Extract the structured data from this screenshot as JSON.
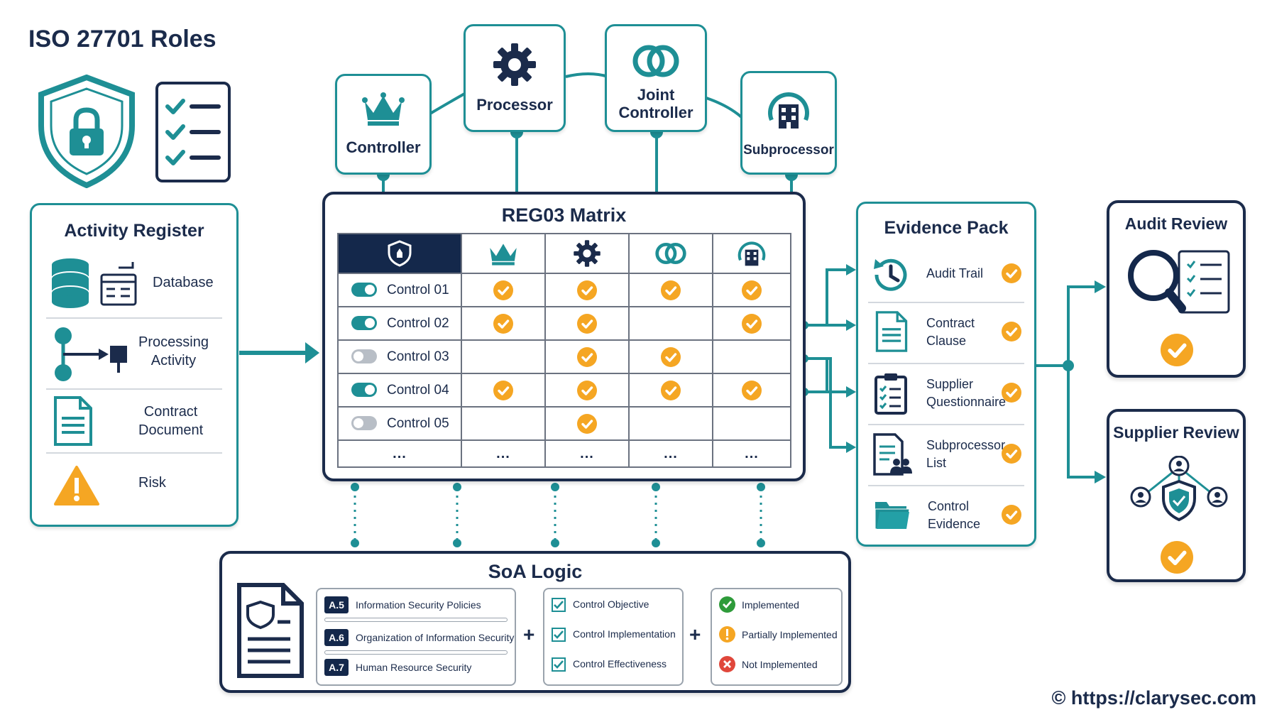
{
  "header": {
    "title": "ISO 27701 Roles"
  },
  "roles": [
    {
      "name": "Controller",
      "icon": "crown-icon"
    },
    {
      "name": "Processor",
      "icon": "gear-icon"
    },
    {
      "name": "Joint\nController",
      "icon": "linked-rings-icon"
    },
    {
      "name": "Subprocessor",
      "icon": "building-icon"
    }
  ],
  "activity_register": {
    "title": "Activity Register",
    "items": [
      {
        "label": "Database",
        "icon": "database-icon"
      },
      {
        "label": "Processing\nActivity",
        "icon": "flow-icon"
      },
      {
        "label": "Contract\nDocument",
        "icon": "document-icon"
      },
      {
        "label": "Risk",
        "icon": "warning-icon"
      }
    ]
  },
  "matrix": {
    "title": "REG03 Matrix",
    "header_icons": [
      "shield-icon",
      "crown-icon",
      "gear-icon",
      "linked-rings-icon",
      "building-icon"
    ],
    "rows": [
      {
        "label": "Control 01",
        "enabled": true,
        "checks": [
          true,
          true,
          true,
          true
        ]
      },
      {
        "label": "Control 02",
        "enabled": true,
        "checks": [
          true,
          true,
          false,
          true
        ]
      },
      {
        "label": "Control 03",
        "enabled": false,
        "checks": [
          false,
          true,
          true,
          false
        ]
      },
      {
        "label": "Control 04",
        "enabled": true,
        "checks": [
          true,
          true,
          true,
          true
        ]
      },
      {
        "label": "Control 05",
        "enabled": false,
        "checks": [
          false,
          true,
          false,
          false
        ]
      }
    ],
    "ellipsis": "..."
  },
  "evidence_pack": {
    "title": "Evidence Pack",
    "items": [
      {
        "label": "Audit Trail",
        "icon": "history-icon"
      },
      {
        "label": "Contract\nClause",
        "icon": "document-icon"
      },
      {
        "label": "Supplier\nQuestionnaire",
        "icon": "clipboard-icon"
      },
      {
        "label": "Subprocessor\nList",
        "icon": "people-list-icon"
      },
      {
        "label": "Control\nEvidence",
        "icon": "folder-icon"
      }
    ]
  },
  "reviews": [
    {
      "title": "Audit Review",
      "icon": "magnifier-checklist-icon"
    },
    {
      "title": "Supplier Review",
      "icon": "network-shield-icon"
    }
  ],
  "soa": {
    "title": "SoA Logic",
    "annex": [
      {
        "code": "A.5",
        "label": "Information Security Policies"
      },
      {
        "code": "A.6",
        "label": "Organization of Information Security"
      },
      {
        "code": "A.7",
        "label": "Human Resource Security"
      }
    ],
    "criteria": [
      "Control Objective",
      "Control Implementation",
      "Control Effectiveness"
    ],
    "status": [
      {
        "label": "Implemented",
        "color": "#2e9b3a"
      },
      {
        "label": "Partially Implemented",
        "color": "#f5a623"
      },
      {
        "label": "Not Implemented",
        "color": "#e0473b"
      }
    ],
    "plus": "+"
  },
  "footer": {
    "copyright": "© https://clarysec.com"
  },
  "colors": {
    "navy": "#1b2b4b",
    "teal": "#1e8f95",
    "orange": "#f5a623"
  }
}
